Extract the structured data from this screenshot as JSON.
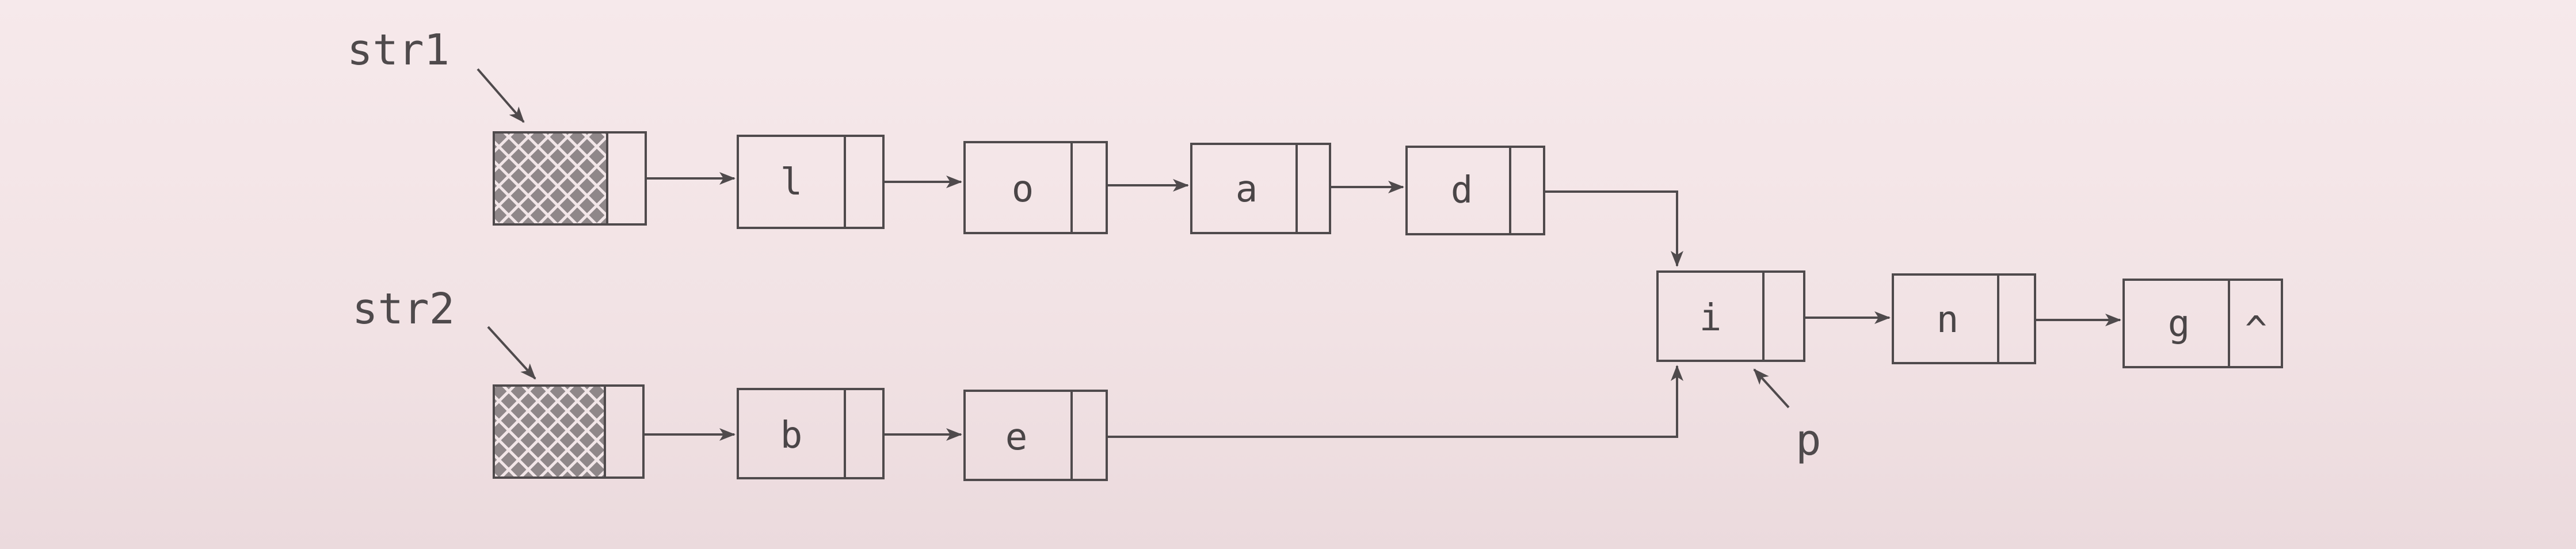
{
  "labels": {
    "str1": "str1",
    "str2": "str2",
    "p": "p"
  },
  "nodes": {
    "n1": "l",
    "n2": "o",
    "n3": "a",
    "n4": "d",
    "n5": "b",
    "n6": "e",
    "n7": "i",
    "n8": "n",
    "n9": "g"
  },
  "null_marker": "^"
}
